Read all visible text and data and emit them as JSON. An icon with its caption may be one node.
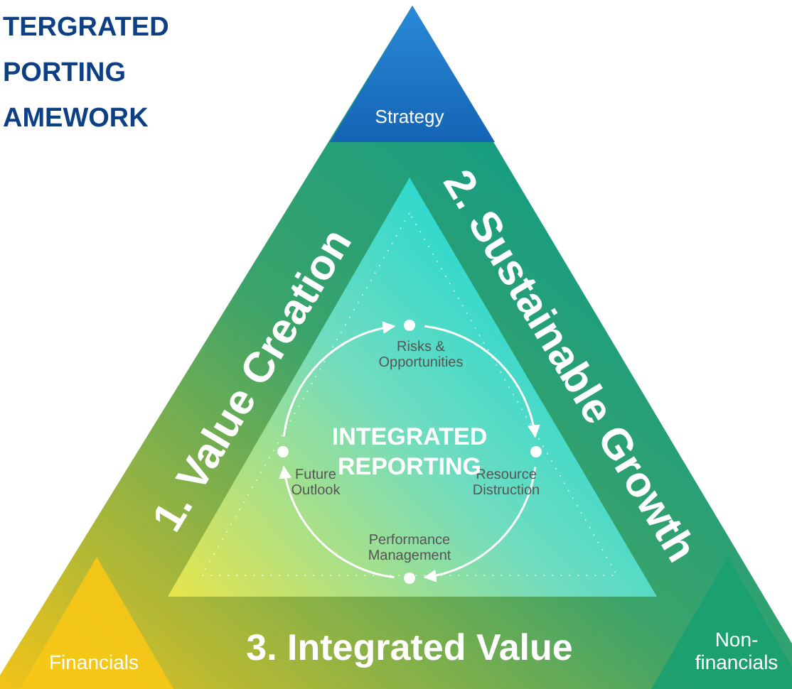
{
  "diagram": {
    "title": "TERGRATED PORTING AMEWORK",
    "nodes": [
      {
        "text": [
          "Risks & Opportunities"
        ]
      },
      {
        "text": [
          "Resource Distruction"
        ]
      },
      {
        "text": [
          "Performance Management"
        ]
      },
      {
        "text": [
          "Future Outlook"
        ]
      }
    ],
    "edges": [
      {
        "from": 0,
        "to": 1,
        "arrow": "to"
      },
      {
        "from": 1,
        "to": 2,
        "arrow": "to"
      },
      {
        "from": 2,
        "to": 3,
        "arrow": "to"
      },
      {
        "from": 3,
        "to": 0,
        "arrow": "to"
      }
    ],
    "labels": [
      "Strategy",
      "1. Value Creation",
      "2. Sustainable Growth",
      "INTEGRATED REPORTING",
      "Financials",
      "3. Integrated Value",
      "Non-financials"
    ]
  }
}
